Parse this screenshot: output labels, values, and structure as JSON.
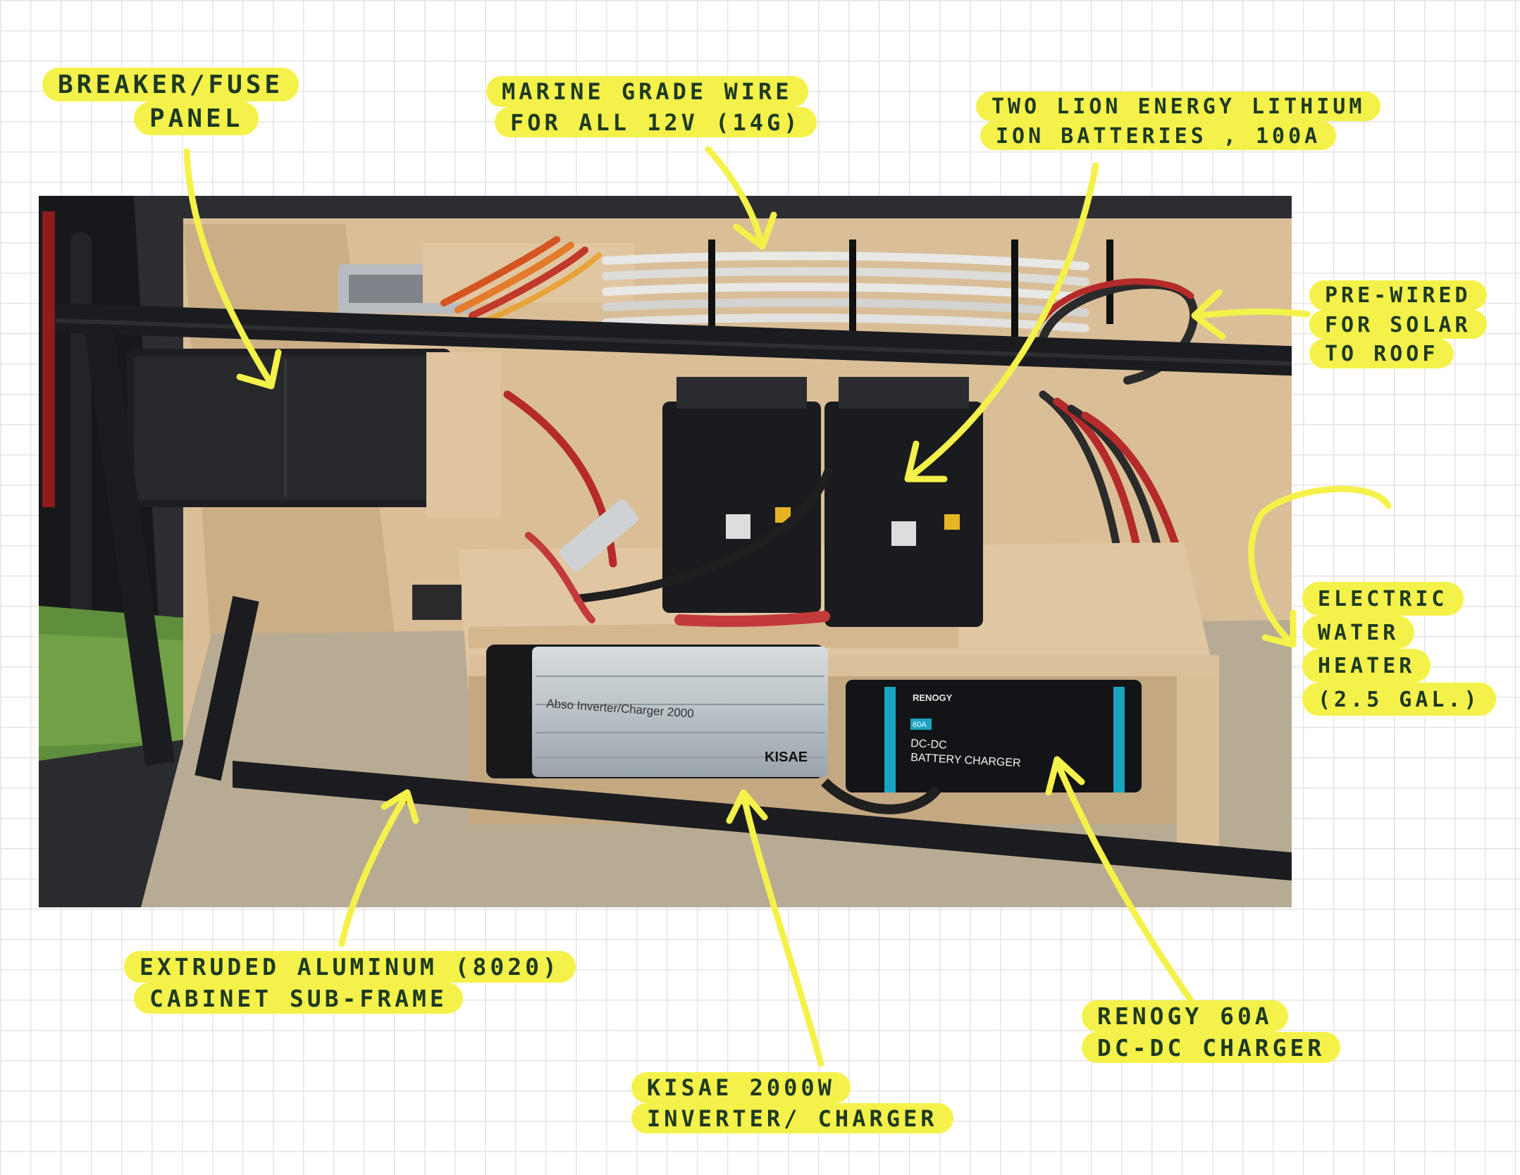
{
  "annotations": {
    "breaker_fuse_panel": {
      "lines": [
        "BREAKER/FUSE",
        "PANEL"
      ]
    },
    "marine_wire": {
      "lines": [
        "MARINE GRADE WIRE",
        "FOR ALL 12V (14G)"
      ]
    },
    "lithium_batteries": {
      "lines": [
        "TWO LION ENERGY LITHIUM",
        "ION BATTERIES , 100A"
      ]
    },
    "solar_prewire": {
      "lines": [
        "PRE-WIRED",
        "FOR SOLAR",
        "TO ROOF"
      ]
    },
    "water_heater": {
      "lines": [
        "ELECTRIC",
        "WATER",
        "HEATER",
        "(2.5 GAL.)"
      ]
    },
    "aluminum_frame": {
      "lines": [
        "EXTRUDED ALUMINUM (8020)",
        "CABINET SUB-FRAME"
      ]
    },
    "kisae_inverter": {
      "lines": [
        "KISAE 2000W",
        "INVERTER/ CHARGER"
      ]
    },
    "renogy_charger": {
      "lines": [
        "RENOGY 60A",
        "DC-DC CHARGER"
      ]
    }
  },
  "product_text": {
    "inverter_model": "Abso Inverter/Charger 2000",
    "inverter_brand": "KISAE",
    "charger_brand": "RENOGY",
    "charger_rating": "60A",
    "charger_line1": "DC-DC",
    "charger_line2": "BATTERY CHARGER"
  },
  "colors": {
    "highlight": "#f4f24a",
    "ink": "#1f3a22",
    "arrow": "#f4f24a",
    "plywood": "#dcc19b",
    "frame": "#1b1c1f",
    "floor": "#b7aa92"
  }
}
